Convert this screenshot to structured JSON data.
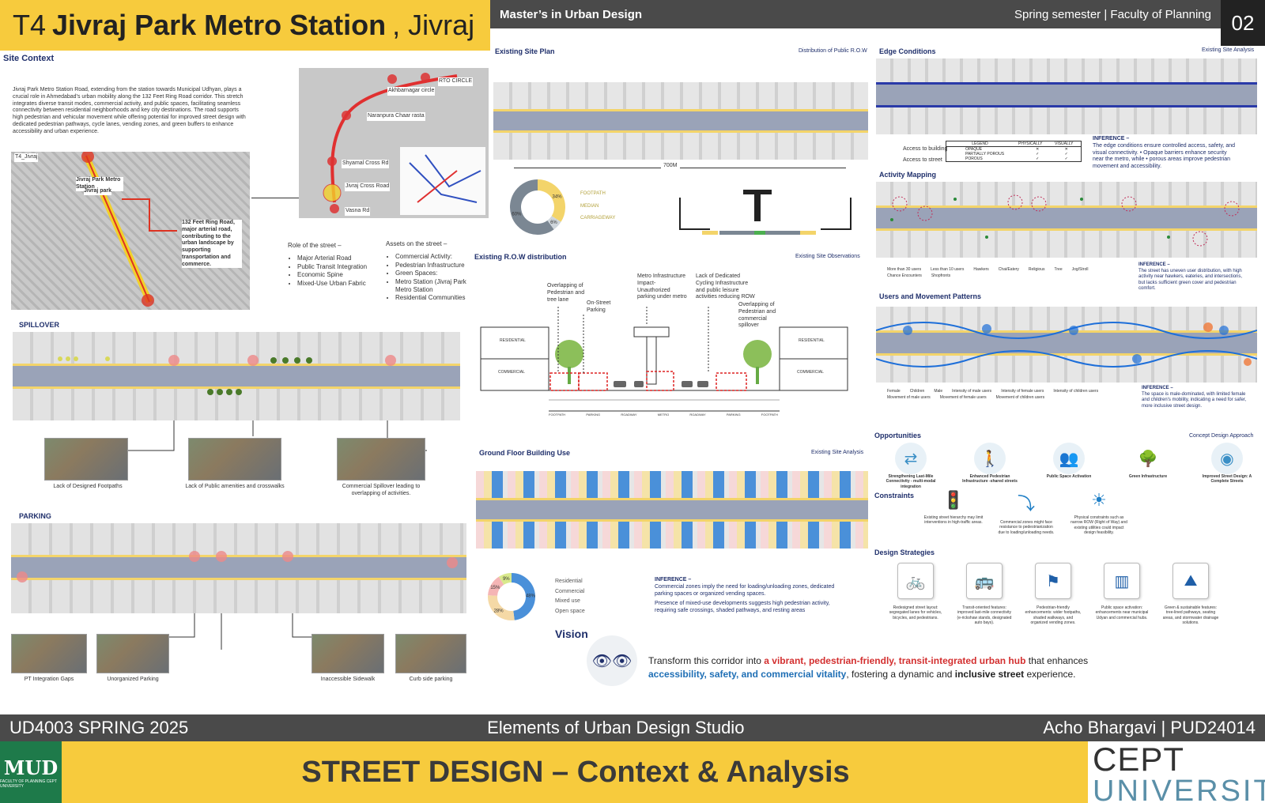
{
  "header": {
    "code": "T4",
    "station": "Jivraj Park Metro Station",
    "area": ", Jivraj",
    "program": "Master’s in Urban Design",
    "semester": "Spring semester | Faculty of Planning",
    "page": "02"
  },
  "site_context": {
    "title": "Site Context",
    "text": "Jivraj Park Metro Station Road, extending from the station towards Municipal Udhyan, plays a crucial role in Ahmedabad’s urban mobility along the 132 Feet Ring Road corridor. This stretch integrates diverse transit modes, commercial activity, and public spaces, facilitating seamless connectivity between residential neighborhoods and key city destinations. The road supports high pedestrian and vehicular movement while offering potential for improved street design with dedicated pedestrian pathways, cycle lanes, vending zones, and green buffers to enhance accessibility and urban experience.",
    "map_labels": [
      "T4_Jivraj",
      "Jivraj Park Metro Station",
      "Jivraj park",
      "132 Feet Ring Road, major arterial road, contributing to the urban landscape by supporting transportation and commerce."
    ],
    "route_labels": [
      "RTO CIRCLE",
      "Akhbarnagar circle",
      "Naranpura Chaar rasta",
      "Shyamal Cross Rd",
      "Jivraj Cross Road",
      "Vasna Rd"
    ],
    "role_title": "Role of the street –",
    "roles": [
      "Major Arterial Road",
      "Public Transit Integration",
      "Economic Spine",
      "Mixed-Use Urban Fabric"
    ],
    "assets_title": "Assets on the street –",
    "assets": [
      "Commercial Activity:",
      "Pedestrian Infrastructure",
      "Green Spaces:",
      "Metro Station (Jivraj Park Metro Station",
      "Residential Communities"
    ]
  },
  "spillover": {
    "title": "SPILLOVER",
    "captions": [
      "Lack of Designed Footpaths",
      "Lack of Public amenities and crosswalks",
      "Commercial Spillover leading to overlapping of activities."
    ]
  },
  "parking": {
    "title": "PARKING",
    "captions": [
      "PT Integration Gaps",
      "Unorganized Parking",
      "Inaccessible Sidewalk",
      "Curb side parking"
    ]
  },
  "existing_plan": {
    "title": "Existing Site Plan",
    "subtitle": "Distribution of Public R.O.W",
    "length": "700M",
    "legend": [
      "FOOTPATH",
      "MEDIAN",
      "CARRIAGEWAY"
    ],
    "donut_values": [
      {
        "label": "FOOTPATH",
        "value": 34,
        "color": "#f3d46a"
      },
      {
        "label": "MEDIAN",
        "value": 6,
        "color": "#cfd6dc"
      },
      {
        "label": "CARRIAGEWAY",
        "value": 60,
        "color": "#7b8793"
      }
    ]
  },
  "row": {
    "title": "Existing R.O.W distribution",
    "subtitle": "Existing Site Observations",
    "notes": [
      "Overlapping of Pedestrian and tree lane",
      "On-Street Parking",
      "Metro Infrastructure Impact- Unauthorized parking under metro",
      "Lack of Dedicated Cycling Infrastructure and public leisure activities reducing ROW",
      "Overlapping of Pedestrian and commercial spillover"
    ],
    "labels": [
      "RESIDENTIAL",
      "COMMERCIAL",
      "RESIDENTIAL",
      "COMMERCIAL"
    ],
    "lanes": [
      "FOOTPATH",
      "PARKING",
      "ROADWAY",
      "METRO",
      "ROADWAY",
      "PARKING",
      "FOOTPATH"
    ]
  },
  "ground_floor": {
    "title": "Ground Floor Building Use",
    "subtitle": "Existing Site Analysis",
    "legend": [
      "Residential",
      "Commercial",
      "Mixed use",
      "Open space"
    ],
    "donut": [
      {
        "label": "Residential",
        "value": 48,
        "color": "#4a90d9"
      },
      {
        "label": "Commercial",
        "value": 28,
        "color": "#f5d9a6"
      },
      {
        "label": "Mixed use",
        "value": 15,
        "color": "#f5b5b5"
      },
      {
        "label": "Open space",
        "value": 9,
        "color": "#d9e98c"
      }
    ],
    "inference_title": "INFERENCE –",
    "inference1": "Commercial zones imply the need for loading/unloading zones, dedicated parking spaces or organized vending spaces.",
    "inference2": "Presence of mixed-use developments suggests high pedestrian activity, requiring safe crossings, shaded pathways, and resting areas"
  },
  "edge": {
    "title": "Edge Conditions",
    "subtitle": "Existing Site Analysis",
    "legend_head": [
      "LEGEND",
      "PHYSICALLY",
      "VISUALLY"
    ],
    "legend_rows": [
      "OPAQUE",
      "PARTIALLY POROUS",
      "POROUS"
    ],
    "access": [
      "Access to building",
      "Access to street"
    ],
    "inference_title": "INFERENCE –",
    "inference": "The edge conditions ensure controlled access, safety, and visual connectivity. • Opaque barriers enhance security near the metro, while • porous areas improve pedestrian movement and accessibility."
  },
  "activity": {
    "title": "Activity Mapping",
    "legend": [
      "More than 30 users",
      "Less than 10 users",
      "Hawkers",
      "Chai/Eatery",
      "Religious",
      "Tree",
      "Jog/Stroll",
      "Chance Encounters",
      "Shopfronts"
    ],
    "inference_title": "INFERENCE –",
    "inference": "The street has uneven user distribution, with high activity near hawkers, eateries, and intersections, but lacks sufficient green cover and pedestrian comfort."
  },
  "users": {
    "title": "Users and Movement Patterns",
    "legend": [
      "Female",
      "Children",
      "Male",
      "Intensity of male users",
      "Intensity of female users",
      "Intensity of children users",
      "Movement of male users",
      "Movement of female users",
      "Movement of children users"
    ],
    "inference_title": "INFERENCE –",
    "inference": "The space is male-dominated, with limited female and children's mobility, indicating a need for safer, more inclusive street design."
  },
  "opportunities": {
    "title": "Opportunities",
    "subtitle": "Concept Design Approach",
    "items": [
      "Strengthening Last-Mile Connectivity - multi-modal integration",
      "Enhanced Pedestrian Infrastructure -shared streets",
      "Public Space Activation",
      "Green Infrastructure",
      "Improved Street Design: A Complete Streets"
    ]
  },
  "constraints": {
    "title": "Constraints",
    "items": [
      "Existing street hierarchy may limit interventions in high-traffic areas.",
      "Commercial zones might face resistance to pedestrianization due to loading/unloading needs.",
      "Physical constraints such as narrow ROW (Right of Way) and existing utilities could impact design feasibility."
    ]
  },
  "strategies": {
    "title": "Design Strategies",
    "items": [
      "Redesigned street layout: segregated lanes for vehicles, bicycles, and pedestrians.",
      "Transit-oriented features: improved last-mile connectivity (e-rickshaw stands, designated auto bays).",
      "Pedestrian-friendly enhancements: wider footpaths, shaded walkways, and organized vending zones.",
      "Public space activation: enhancements near municipal Udyan and commercial hubs.",
      "Green & sustainable features: tree-lined pathways, seating areas, and stormwater drainage solutions."
    ]
  },
  "vision": {
    "title": "Vision",
    "p1": "Transform this corridor into ",
    "h1": "a vibrant, pedestrian-friendly, transit-integrated urban hub",
    "p2": " that enhances ",
    "h2": "accessibility, safety, and commercial vitality",
    "p3": ", fostering a dynamic and ",
    "h3": "inclusive street",
    "p4": " experience."
  },
  "footer": {
    "course": "UD4003 SPRING 2025",
    "studio": "Elements of Urban Design Studio",
    "author": "Acho Bhargavi | PUD24014",
    "title": "STREET DESIGN – Context & Analysis",
    "mud": "MUD",
    "mud_sub": "FACULTY OF PLANNING CEPT UNIVERSITY",
    "cept1": "CEPT",
    "cept2": "UNIVERSITY"
  }
}
